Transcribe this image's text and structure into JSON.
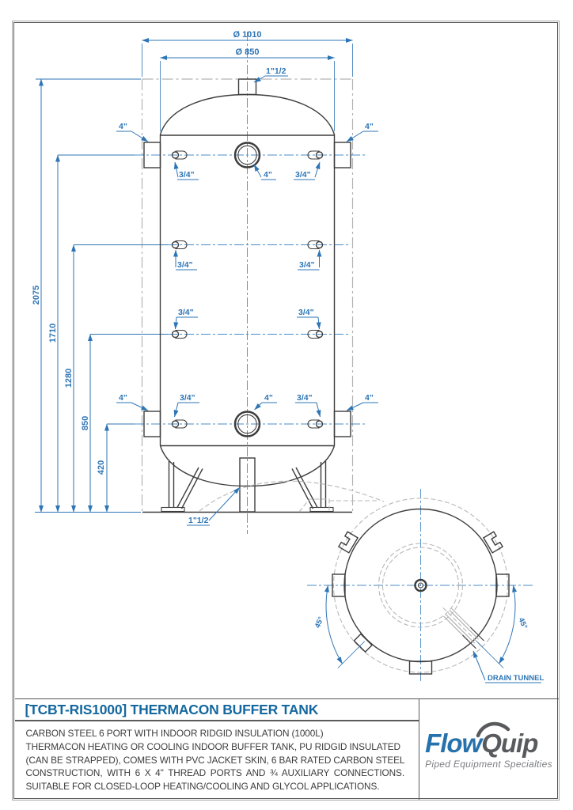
{
  "title_block": {
    "title": "[TCBT-RIS1000] THERMACON BUFFER TANK",
    "description_lines": [
      "CARBON STEEL 6 PORT WITH INDOOR RIDGID INSULATION (1000L)",
      "THERMACON HEATING OR COOLING INDOOR BUFFER TANK, PU RIDGID INSULATED",
      "(CAN BE STRAPPED), COMES WITH PVC JACKET SKIN, 6 BAR RATED CARBON STEEL",
      "CONSTRUCTION, WITH 6 X 4\" THREAD PORTS AND ¾ AUXILIARY CONNECTIONS.",
      "SUITABLE FOR CLOSED-LOOP HEATING/COOLING AND GLYCOL APPLICATIONS."
    ],
    "logo": {
      "brand_a": "Flow",
      "brand_b": "Quip",
      "tagline": "Piped Equipment Specialties"
    }
  },
  "drawing": {
    "dims": {
      "outer_diameter": "Ø 1010",
      "tank_diameter": "Ø 850",
      "h_total": "2075",
      "h_top_ports": "1710",
      "h_upper_aux": "1280",
      "h_lower_aux": "850",
      "h_bottom_ports": "420",
      "angle_left": "45°",
      "angle_right": "45°"
    },
    "labels": {
      "port_4in": "4\"",
      "port_34in": "3/4\"",
      "port_1half": "1\"1/2",
      "drain_tunnel": "DRAIN TUNNEL"
    },
    "colors": {
      "dimension_blue": "#2e75b6",
      "line_dark": "#3d3d3d",
      "hidden_gray": "#b3b3b3",
      "title_blue": "#15689f",
      "logo_blue": "#2672ad",
      "logo_gray": "#595a5e"
    }
  }
}
